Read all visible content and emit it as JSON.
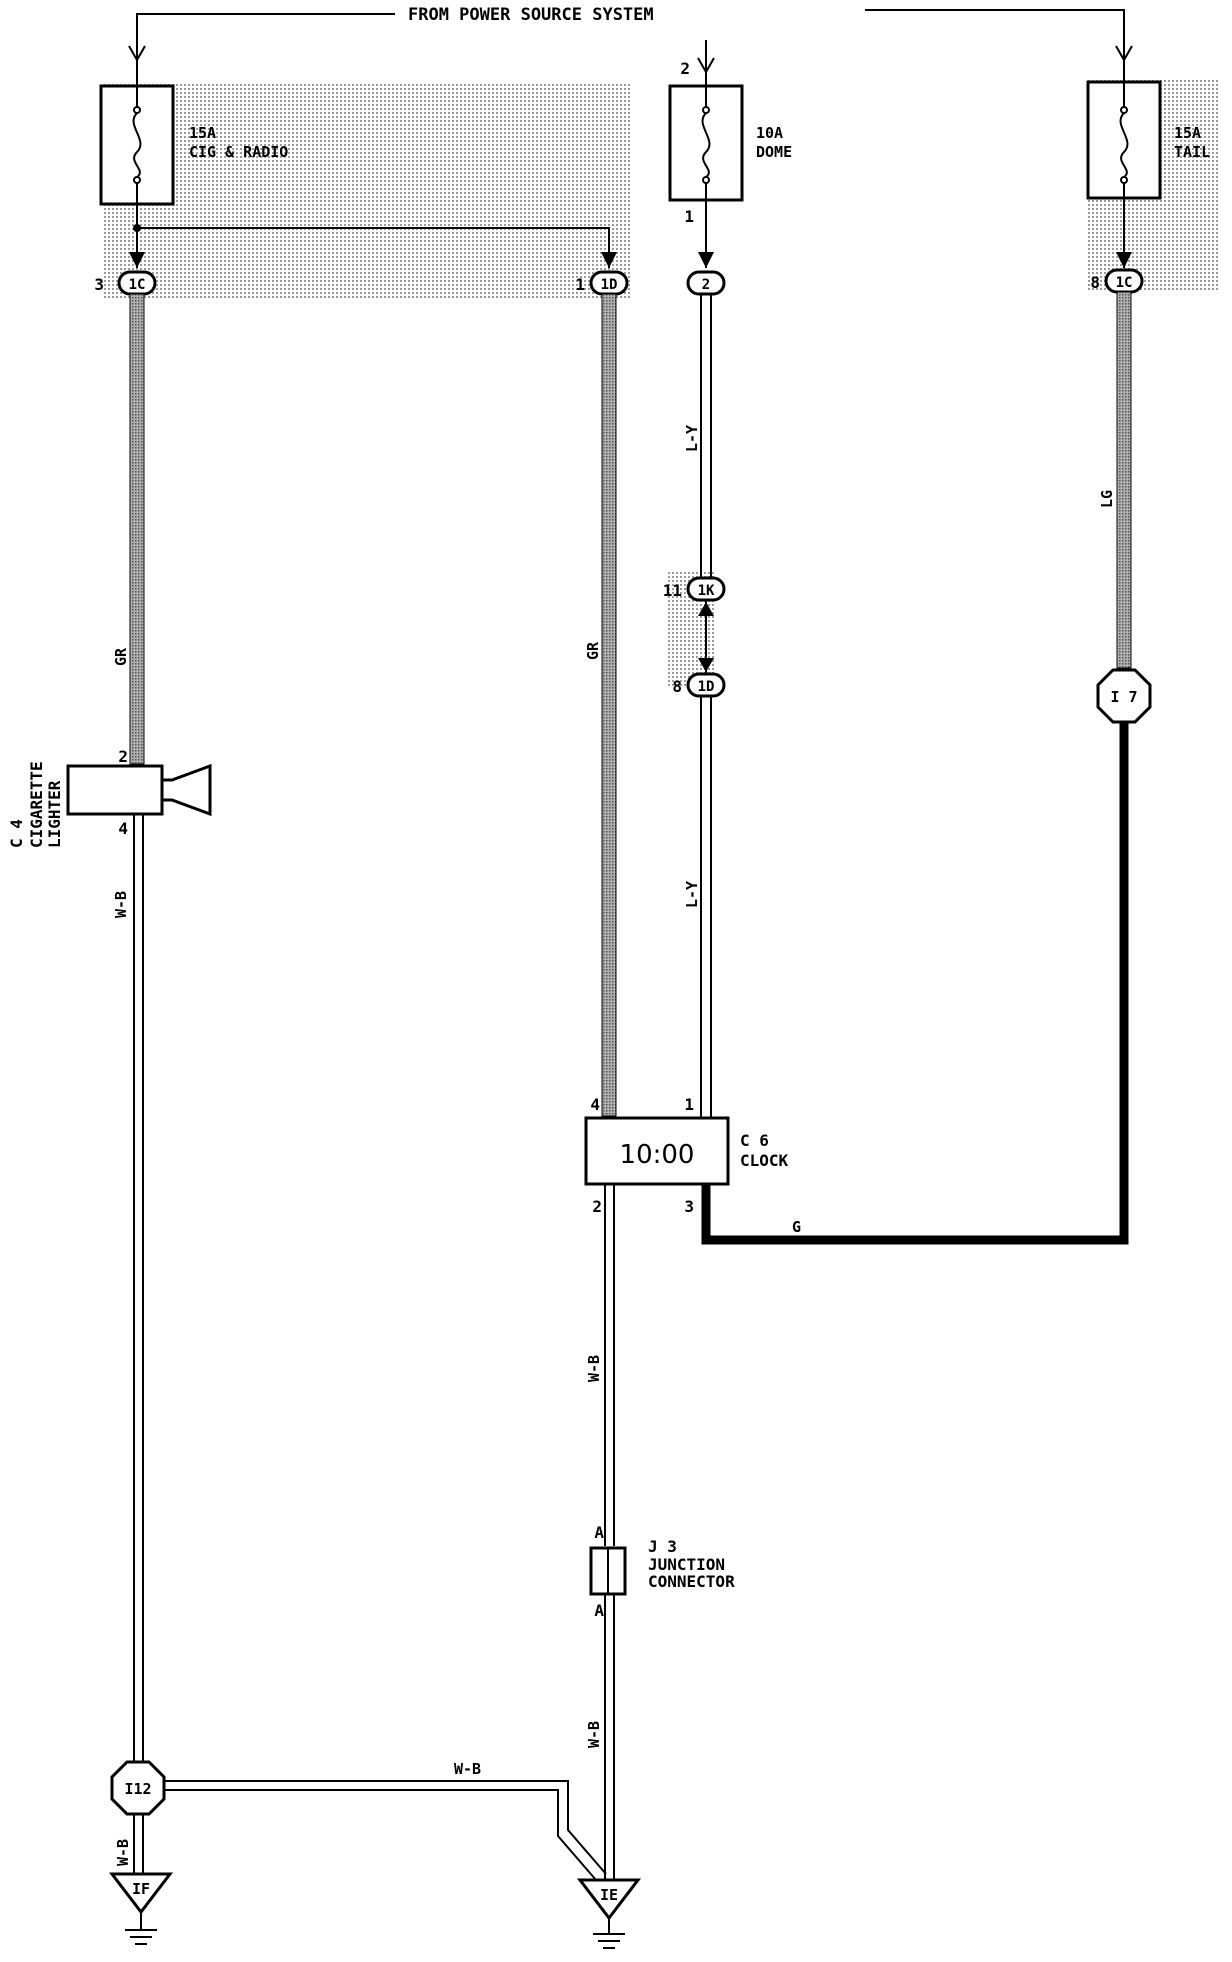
{
  "header": {
    "power_source": "FROM POWER SOURCE SYSTEM"
  },
  "fuses": {
    "cig_radio": {
      "rating": "15A",
      "name": "CIG & RADIO"
    },
    "dome": {
      "rating": "10A",
      "name": "DOME",
      "pin_top": "2",
      "pin_bottom": "1"
    },
    "tail": {
      "rating": "15A",
      "name": "TAIL"
    }
  },
  "connectors": {
    "c1": {
      "pin": "3",
      "code": "1C"
    },
    "c2": {
      "pin": "1",
      "code": "1D"
    },
    "c3": {
      "code": "2"
    },
    "c4": {
      "pin": "8",
      "code": "1C"
    },
    "c5": {
      "pin": "11",
      "code": "1K"
    },
    "c6": {
      "pin": "8",
      "code": "1D"
    }
  },
  "wires": {
    "gr_left": "GR",
    "gr_mid": "GR",
    "ly_top": "L-Y",
    "ly_bottom": "L-Y",
    "lg": "LG",
    "g": "G",
    "wb_lighter": "W-B",
    "wb_clock": "W-B",
    "wb_junction": "W-B",
    "wb_horizontal": "W-B",
    "wb_ground": "W-B"
  },
  "components": {
    "lighter": {
      "id": "C 4",
      "name_line1": "CIGARETTE",
      "name_line2": "LIGHTER",
      "pin_top": "2",
      "pin_bottom": "4"
    },
    "clock": {
      "id": "C 6",
      "name": "CLOCK",
      "display": "10:00",
      "pin_4": "4",
      "pin_1": "1",
      "pin_2": "2",
      "pin_3": "3"
    },
    "junction": {
      "id": "J 3",
      "name_line1": "JUNCTION",
      "name_line2": "CONNECTOR",
      "pin_top": "A",
      "pin_bottom": "A"
    }
  },
  "splices": {
    "i7": "I 7",
    "i12": "I12"
  },
  "grounds": {
    "if": "IF",
    "ie": "IE"
  },
  "colors": {
    "wire_black": "#000000",
    "wire_gray": "#8a8a8a",
    "shade": "#d8d8d8"
  }
}
